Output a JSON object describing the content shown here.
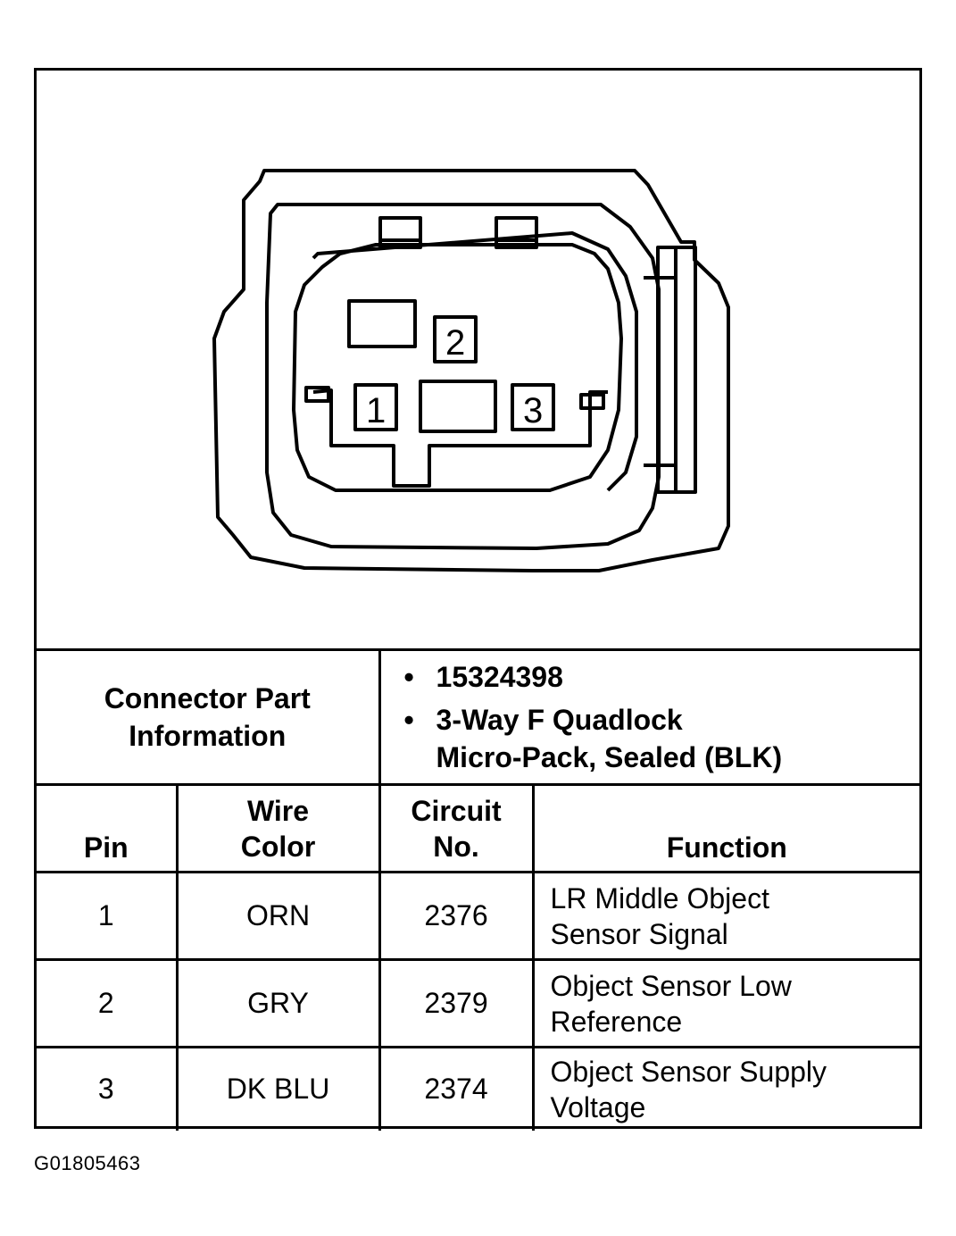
{
  "diagram": {
    "pins": [
      {
        "label": "1"
      },
      {
        "label": "2"
      },
      {
        "label": "3"
      }
    ]
  },
  "connector_info": {
    "label": "Connector Part Information",
    "label_line1": "Connector Part",
    "label_line2": "Information",
    "items": [
      {
        "bullet": "•",
        "text_line1": "15324398",
        "text_line2": ""
      },
      {
        "bullet": "•",
        "text_line1": "3-Way F Quadlock",
        "text_line2": "Micro-Pack, Sealed (BLK)"
      }
    ]
  },
  "table": {
    "headers": {
      "pin": "Pin",
      "wire_color_line1": "Wire",
      "wire_color_line2": "Color",
      "circuit_line1": "Circuit",
      "circuit_line2": "No.",
      "function": "Function"
    },
    "rows": [
      {
        "pin": "1",
        "wire_color": "ORN",
        "circuit": "2376",
        "function_line1": "LR Middle Object",
        "function_line2": "Sensor Signal"
      },
      {
        "pin": "2",
        "wire_color": "GRY",
        "circuit": "2379",
        "function_line1": "Object Sensor Low",
        "function_line2": "Reference"
      },
      {
        "pin": "3",
        "wire_color": "DK BLU",
        "circuit": "2374",
        "function_line1": "Object Sensor Supply",
        "function_line2": "Voltage"
      }
    ]
  },
  "caption": "G01805463"
}
